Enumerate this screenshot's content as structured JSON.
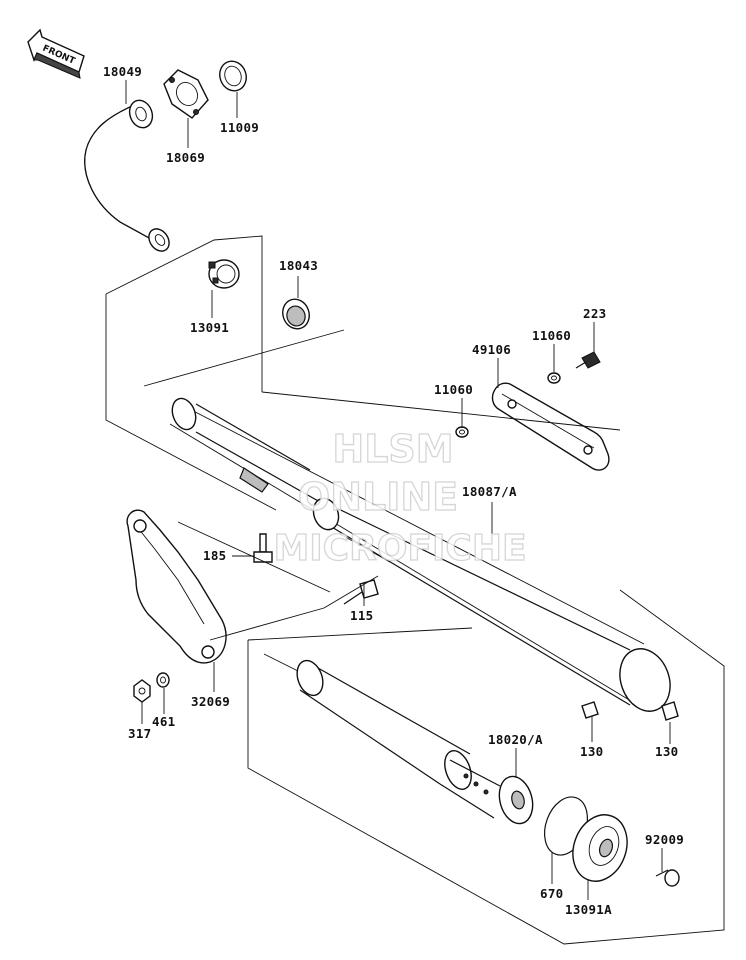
{
  "front_arrow": {
    "text": "FRONT",
    "icon": "front-arrow-icon"
  },
  "watermark": {
    "line1": "HLSM",
    "line2": "ONLINE",
    "line3": "MICROFICHE"
  },
  "parts": [
    {
      "id": "18049",
      "number": "18049"
    },
    {
      "id": "18069",
      "number": "18069"
    },
    {
      "id": "11009",
      "number": "11009"
    },
    {
      "id": "18043",
      "number": "18043"
    },
    {
      "id": "13091",
      "number": "13091"
    },
    {
      "id": "223",
      "number": "223"
    },
    {
      "id": "11060-upper",
      "number": "11060"
    },
    {
      "id": "49106",
      "number": "49106"
    },
    {
      "id": "11060-lower",
      "number": "11060"
    },
    {
      "id": "18087A",
      "number": "18087/A"
    },
    {
      "id": "185",
      "number": "185"
    },
    {
      "id": "115",
      "number": "115"
    },
    {
      "id": "317",
      "number": "317"
    },
    {
      "id": "461",
      "number": "461"
    },
    {
      "id": "32069",
      "number": "32069"
    },
    {
      "id": "130-left",
      "number": "130"
    },
    {
      "id": "130-right",
      "number": "130"
    },
    {
      "id": "18020A",
      "number": "18020/A"
    },
    {
      "id": "92009",
      "number": "92009"
    },
    {
      "id": "670",
      "number": "670"
    },
    {
      "id": "13091A",
      "number": "13091A"
    }
  ]
}
